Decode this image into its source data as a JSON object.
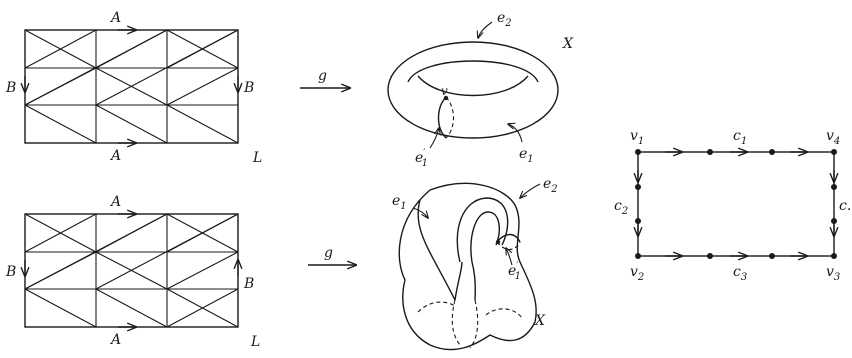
{
  "labels": {
    "A_top_1": "A",
    "A_bot_1": "A",
    "B_left_1": "B",
    "B_right_1": "B",
    "L_1": "L",
    "A_top_2": "A",
    "A_bot_2": "A",
    "B_left_2": "B",
    "B_right_2": "B",
    "L_2": "L",
    "g_1": "g",
    "g_2": "g",
    "X_1": "X",
    "X_2": "X",
    "torus_e2": "e",
    "torus_e2_sub": "2",
    "torus_e1": "e",
    "torus_e1_sub": "1",
    "torus_e1p": "e",
    "torus_e1p_sub": "1",
    "torus_e1p_prime": "′",
    "torus_v": "v",
    "klein_e1": "e",
    "klein_e1_sub": "1",
    "klein_e2": "e",
    "klein_e2_sub": "2",
    "klein_e1p": "e",
    "klein_e1p_sub": "1",
    "klein_e1p_prime": "′",
    "rect_v1": "v",
    "rect_v1_sub": "1",
    "rect_v2": "v",
    "rect_v2_sub": "2",
    "rect_v3": "v",
    "rect_v3_sub": "3",
    "rect_v4": "v",
    "rect_v4_sub": "4",
    "rect_c1": "c",
    "rect_c1_sub": "1",
    "rect_c2": "c",
    "rect_c2_sub": "2",
    "rect_c3": "c",
    "rect_c3_sub": "3",
    "rect_c_right": "c."
  }
}
